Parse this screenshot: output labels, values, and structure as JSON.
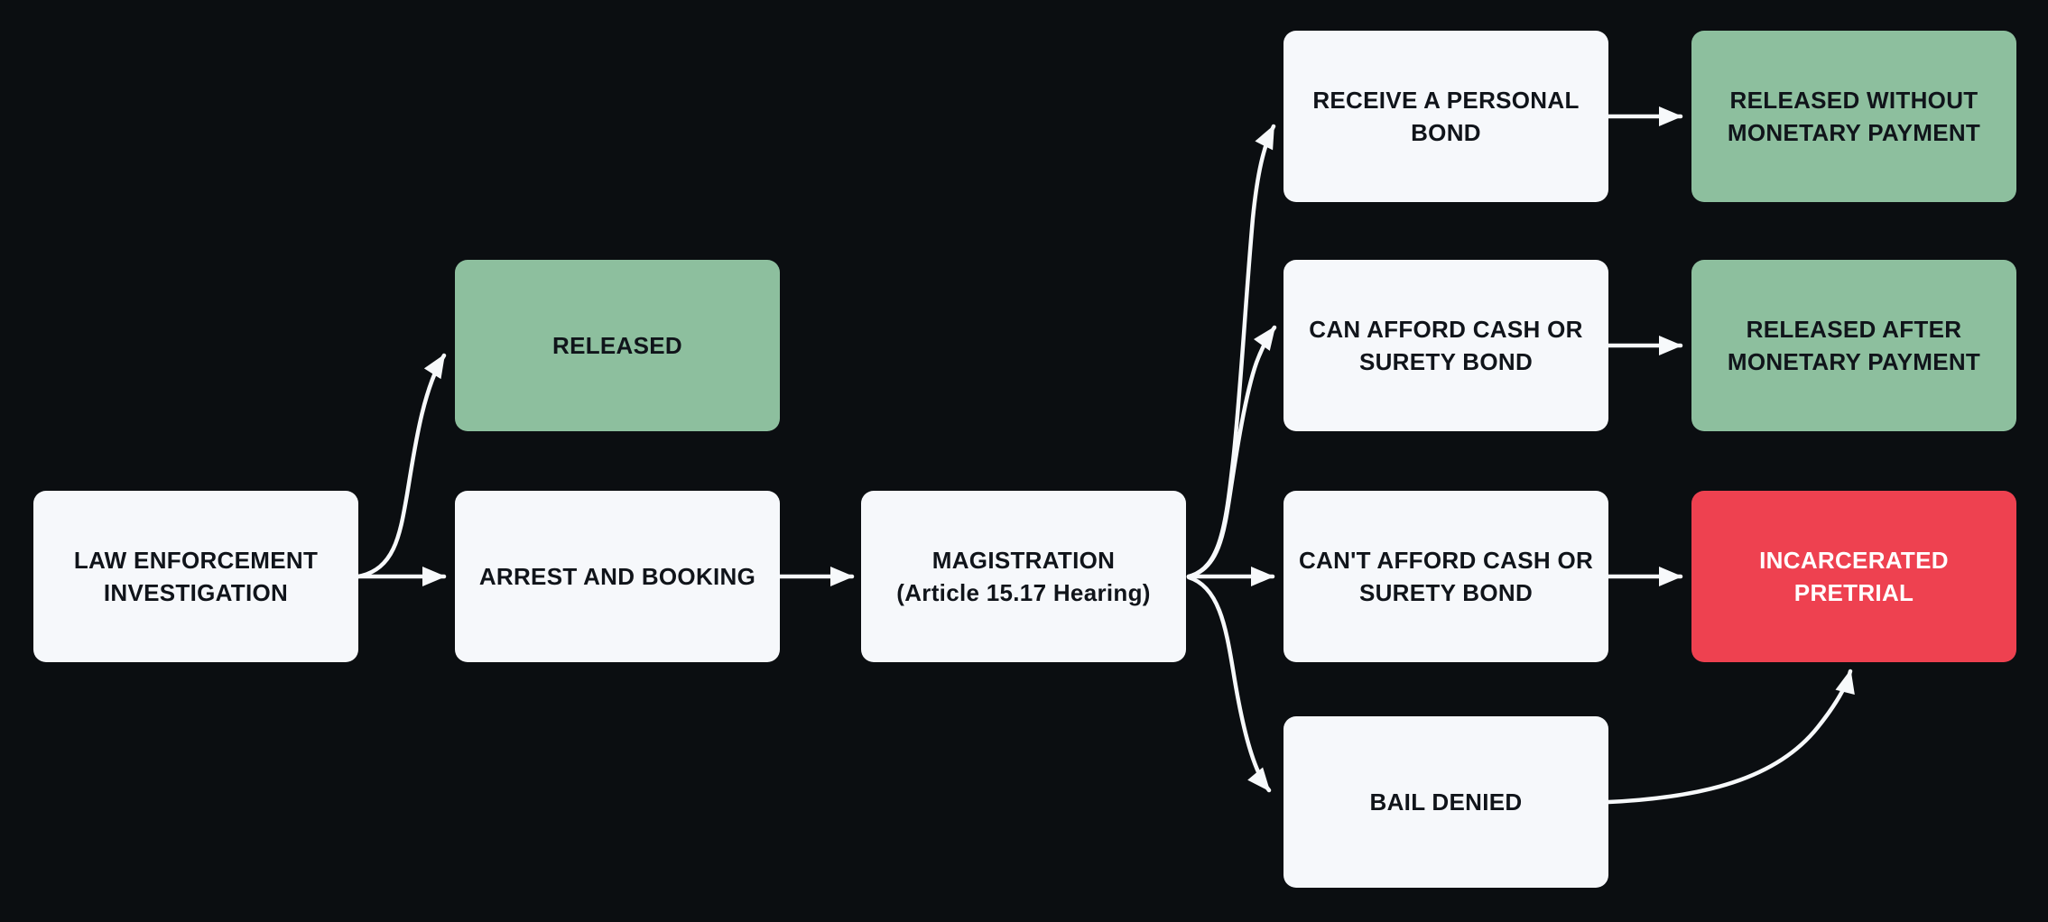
{
  "diagram": {
    "type": "flowchart",
    "colors": {
      "background": "#0b0e11",
      "node_default": "#f6f8fb",
      "node_positive": "#8dbf9e",
      "node_negative": "#ee4150",
      "arrow": "#f7f9fb",
      "text_dark": "#10141a",
      "text_light": "#ffffff"
    },
    "nodes": [
      {
        "id": "law-enforcement-investigation",
        "label": "LAW ENFORCEMENT INVESTIGATION",
        "type": "default"
      },
      {
        "id": "released",
        "label": "RELEASED",
        "type": "positive"
      },
      {
        "id": "arrest-and-booking",
        "label": "ARREST AND BOOKING",
        "type": "default"
      },
      {
        "id": "magistration",
        "label": "MAGISTRATION\n(Article 15.17 Hearing)",
        "type": "default"
      },
      {
        "id": "receive-a-personal-bond",
        "label": "RECEIVE A PERSONAL BOND",
        "type": "default"
      },
      {
        "id": "released-without-monetary-payment",
        "label": "RELEASED WITHOUT MONETARY PAYMENT",
        "type": "positive"
      },
      {
        "id": "can-afford-cash-or-surety-bond",
        "label": "CAN AFFORD CASH OR SURETY BOND",
        "type": "default"
      },
      {
        "id": "released-after-monetary-payment",
        "label": "RELEASED AFTER MONETARY PAYMENT",
        "type": "positive"
      },
      {
        "id": "cant-afford-cash-or-surety-bond",
        "label": "CAN'T AFFORD CASH OR SURETY BOND",
        "type": "default"
      },
      {
        "id": "incarcerated-pretrial",
        "label": "INCARCERATED PRETRIAL",
        "type": "negative"
      },
      {
        "id": "bail-denied",
        "label": "BAIL DENIED",
        "type": "default"
      }
    ],
    "edges": [
      {
        "from": "law-enforcement-investigation",
        "to": "released"
      },
      {
        "from": "law-enforcement-investigation",
        "to": "arrest-and-booking"
      },
      {
        "from": "arrest-and-booking",
        "to": "magistration"
      },
      {
        "from": "magistration",
        "to": "receive-a-personal-bond"
      },
      {
        "from": "magistration",
        "to": "can-afford-cash-or-surety-bond"
      },
      {
        "from": "magistration",
        "to": "cant-afford-cash-or-surety-bond"
      },
      {
        "from": "magistration",
        "to": "bail-denied"
      },
      {
        "from": "receive-a-personal-bond",
        "to": "released-without-monetary-payment"
      },
      {
        "from": "can-afford-cash-or-surety-bond",
        "to": "released-after-monetary-payment"
      },
      {
        "from": "cant-afford-cash-or-surety-bond",
        "to": "incarcerated-pretrial"
      },
      {
        "from": "bail-denied",
        "to": "incarcerated-pretrial"
      }
    ]
  }
}
